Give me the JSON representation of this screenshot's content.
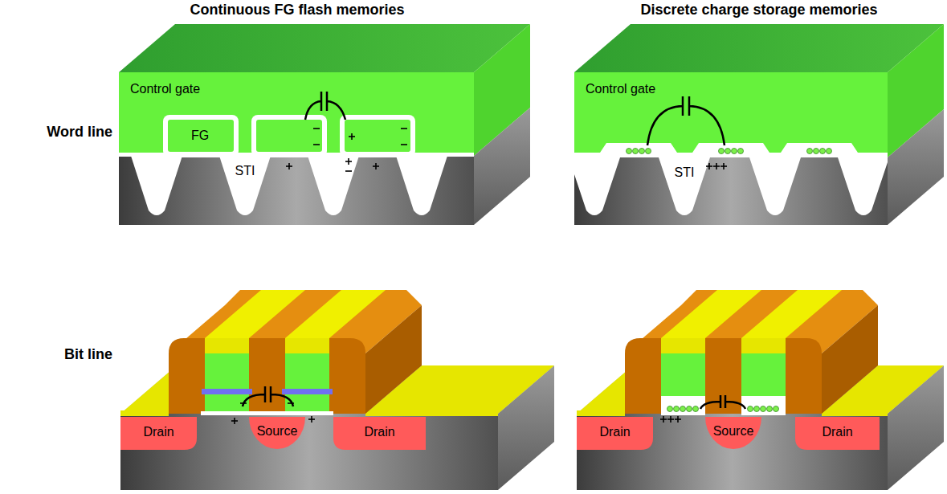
{
  "diagram": {
    "nodes": [
      {
        "text": [
          "Control gate"
        ]
      },
      {
        "text": [
          "FG"
        ],
        "in": 0
      },
      {
        "text": [
          "STI"
        ]
      },
      {
        "text": [
          "Control gate"
        ]
      },
      {
        "text": [
          "STI"
        ]
      },
      {
        "text": [
          "Drain"
        ]
      },
      {
        "text": [
          "Source"
        ]
      },
      {
        "text": [
          "Drain"
        ]
      },
      {
        "text": [
          "Drain"
        ]
      },
      {
        "text": [
          "Source"
        ]
      },
      {
        "text": [
          "Drain"
        ]
      }
    ],
    "labels": [
      "Continuous FG flash memories",
      "Discrete charge storage memories",
      "Word line",
      "Bit line"
    ]
  }
}
